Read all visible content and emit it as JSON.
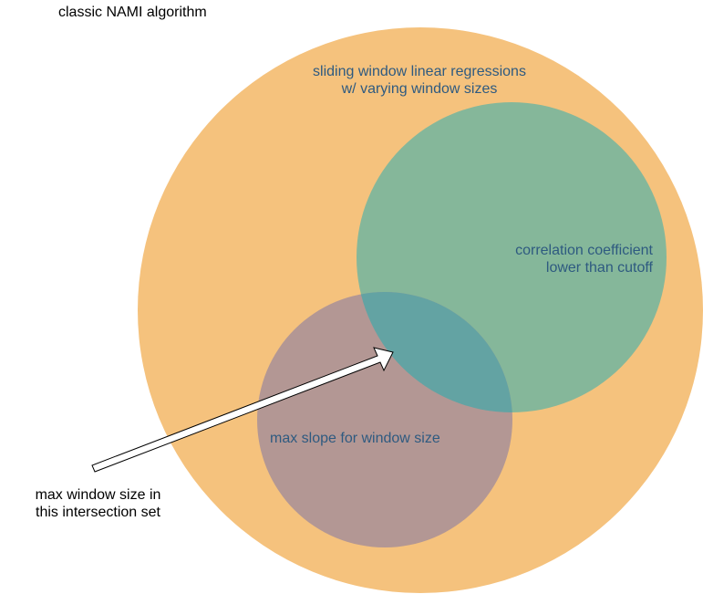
{
  "title": "classic NAMI algorithm",
  "sets": {
    "outer": {
      "label_line1": "sliding window linear regressions",
      "label_line2": "w/ varying window sizes",
      "color": "#f5c27d"
    },
    "right": {
      "label_line1": "correlation coefficient",
      "label_line2": "lower than cutoff",
      "color": "#85b79a"
    },
    "bottom": {
      "label": "max slope for window size",
      "color": "#b39794"
    },
    "intersection": {
      "color": "#63a3a3"
    }
  },
  "annotation": {
    "line1": "max window size in",
    "line2": "this intersection set"
  },
  "label_color": "#2e5a80"
}
